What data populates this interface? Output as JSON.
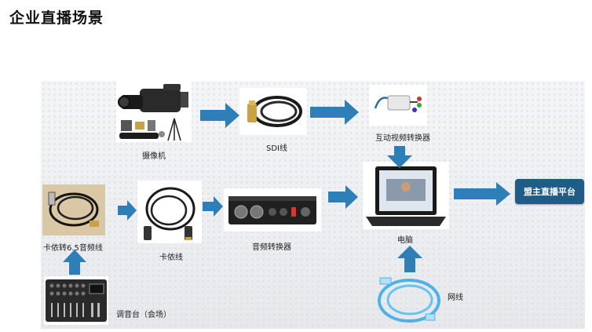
{
  "page": {
    "title": "企业直播场景"
  },
  "diagram": {
    "nodes": {
      "camera": {
        "label": "摄像机",
        "icon": "video-camera-icon"
      },
      "sdi": {
        "label": "SDI线",
        "icon": "sdi-cable-icon"
      },
      "converter": {
        "label": "互动视频转换器",
        "icon": "video-converter-icon"
      },
      "xlr_jack": {
        "label": "卡侬转6.5音频线",
        "icon": "xlr-jack-cable-icon"
      },
      "xlr": {
        "label": "卡侬线",
        "icon": "xlr-cable-icon"
      },
      "audio_interface": {
        "label": "音频转换器",
        "icon": "audio-interface-icon"
      },
      "computer": {
        "label": "电脑",
        "icon": "laptop-icon"
      },
      "platform": {
        "label": "盟主直播平台"
      },
      "network": {
        "label": "网线",
        "icon": "network-cable-icon"
      },
      "mixer": {
        "label": "调音台（会场）",
        "icon": "mixer-icon"
      }
    },
    "colors": {
      "arrow": "#2e7fb8",
      "platform": "#1f5c86"
    }
  }
}
